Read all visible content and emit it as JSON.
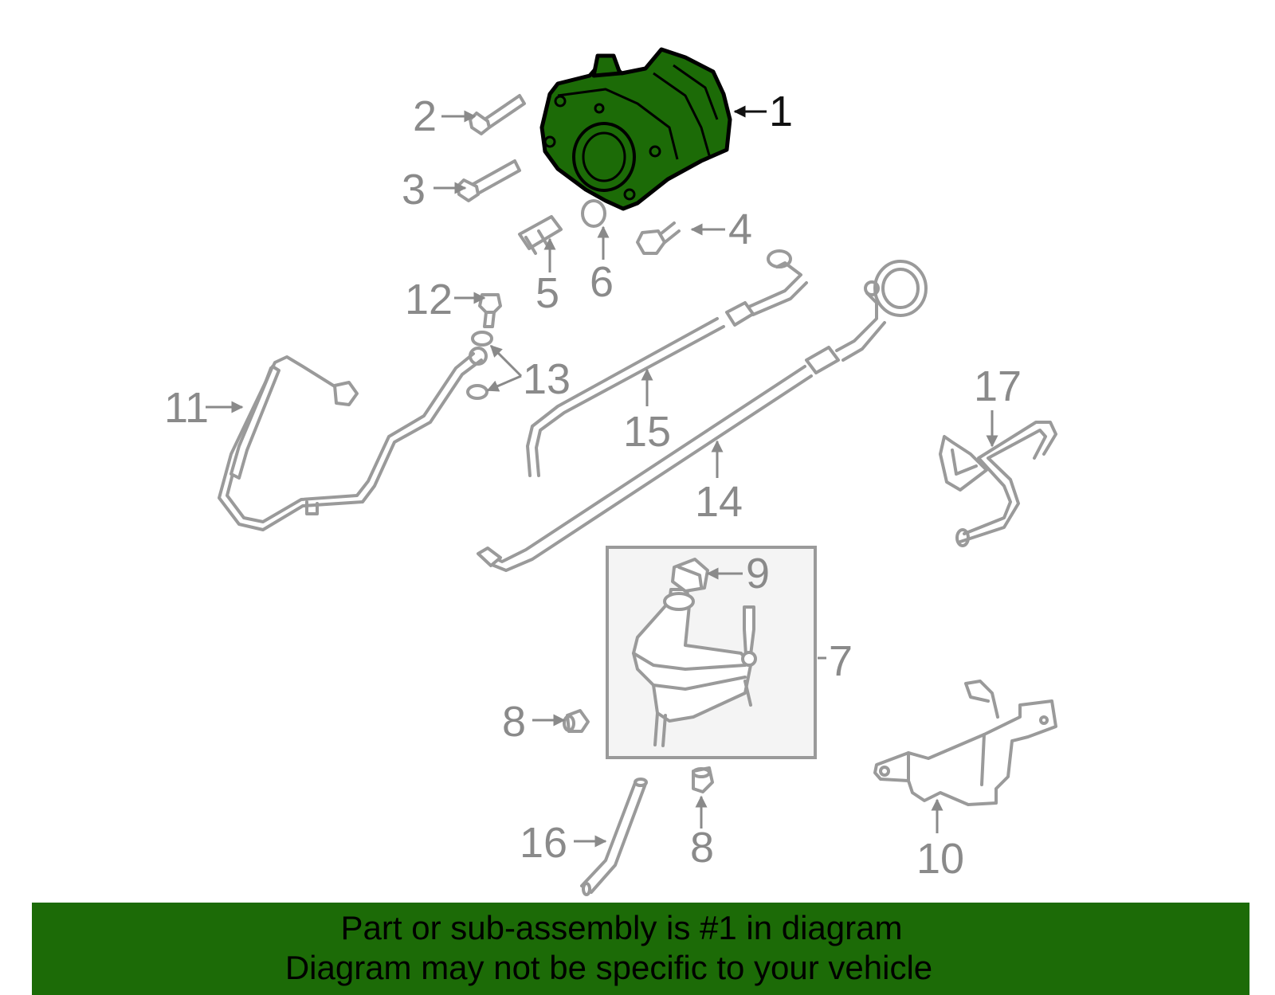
{
  "diagram": {
    "selected_part": "1",
    "callouts": {
      "c1": "1",
      "c2": "2",
      "c3": "3",
      "c4": "4",
      "c5": "5",
      "c6": "6",
      "c7": "7",
      "c8a": "8",
      "c8b": "8",
      "c9": "9",
      "c10": "10",
      "c11": "11",
      "c12": "12",
      "c13": "13",
      "c14": "14",
      "c15": "15",
      "c16": "16",
      "c17": "17"
    },
    "colors": {
      "highlight": "#1c6b07",
      "parts": "#9a9a9a",
      "labels": "#8a8a8a",
      "banner": "#1c6b07"
    }
  },
  "banner": {
    "line1": "Part or sub-assembly is #1 in diagram",
    "line2": "Diagram may not be specific to your vehicle"
  }
}
